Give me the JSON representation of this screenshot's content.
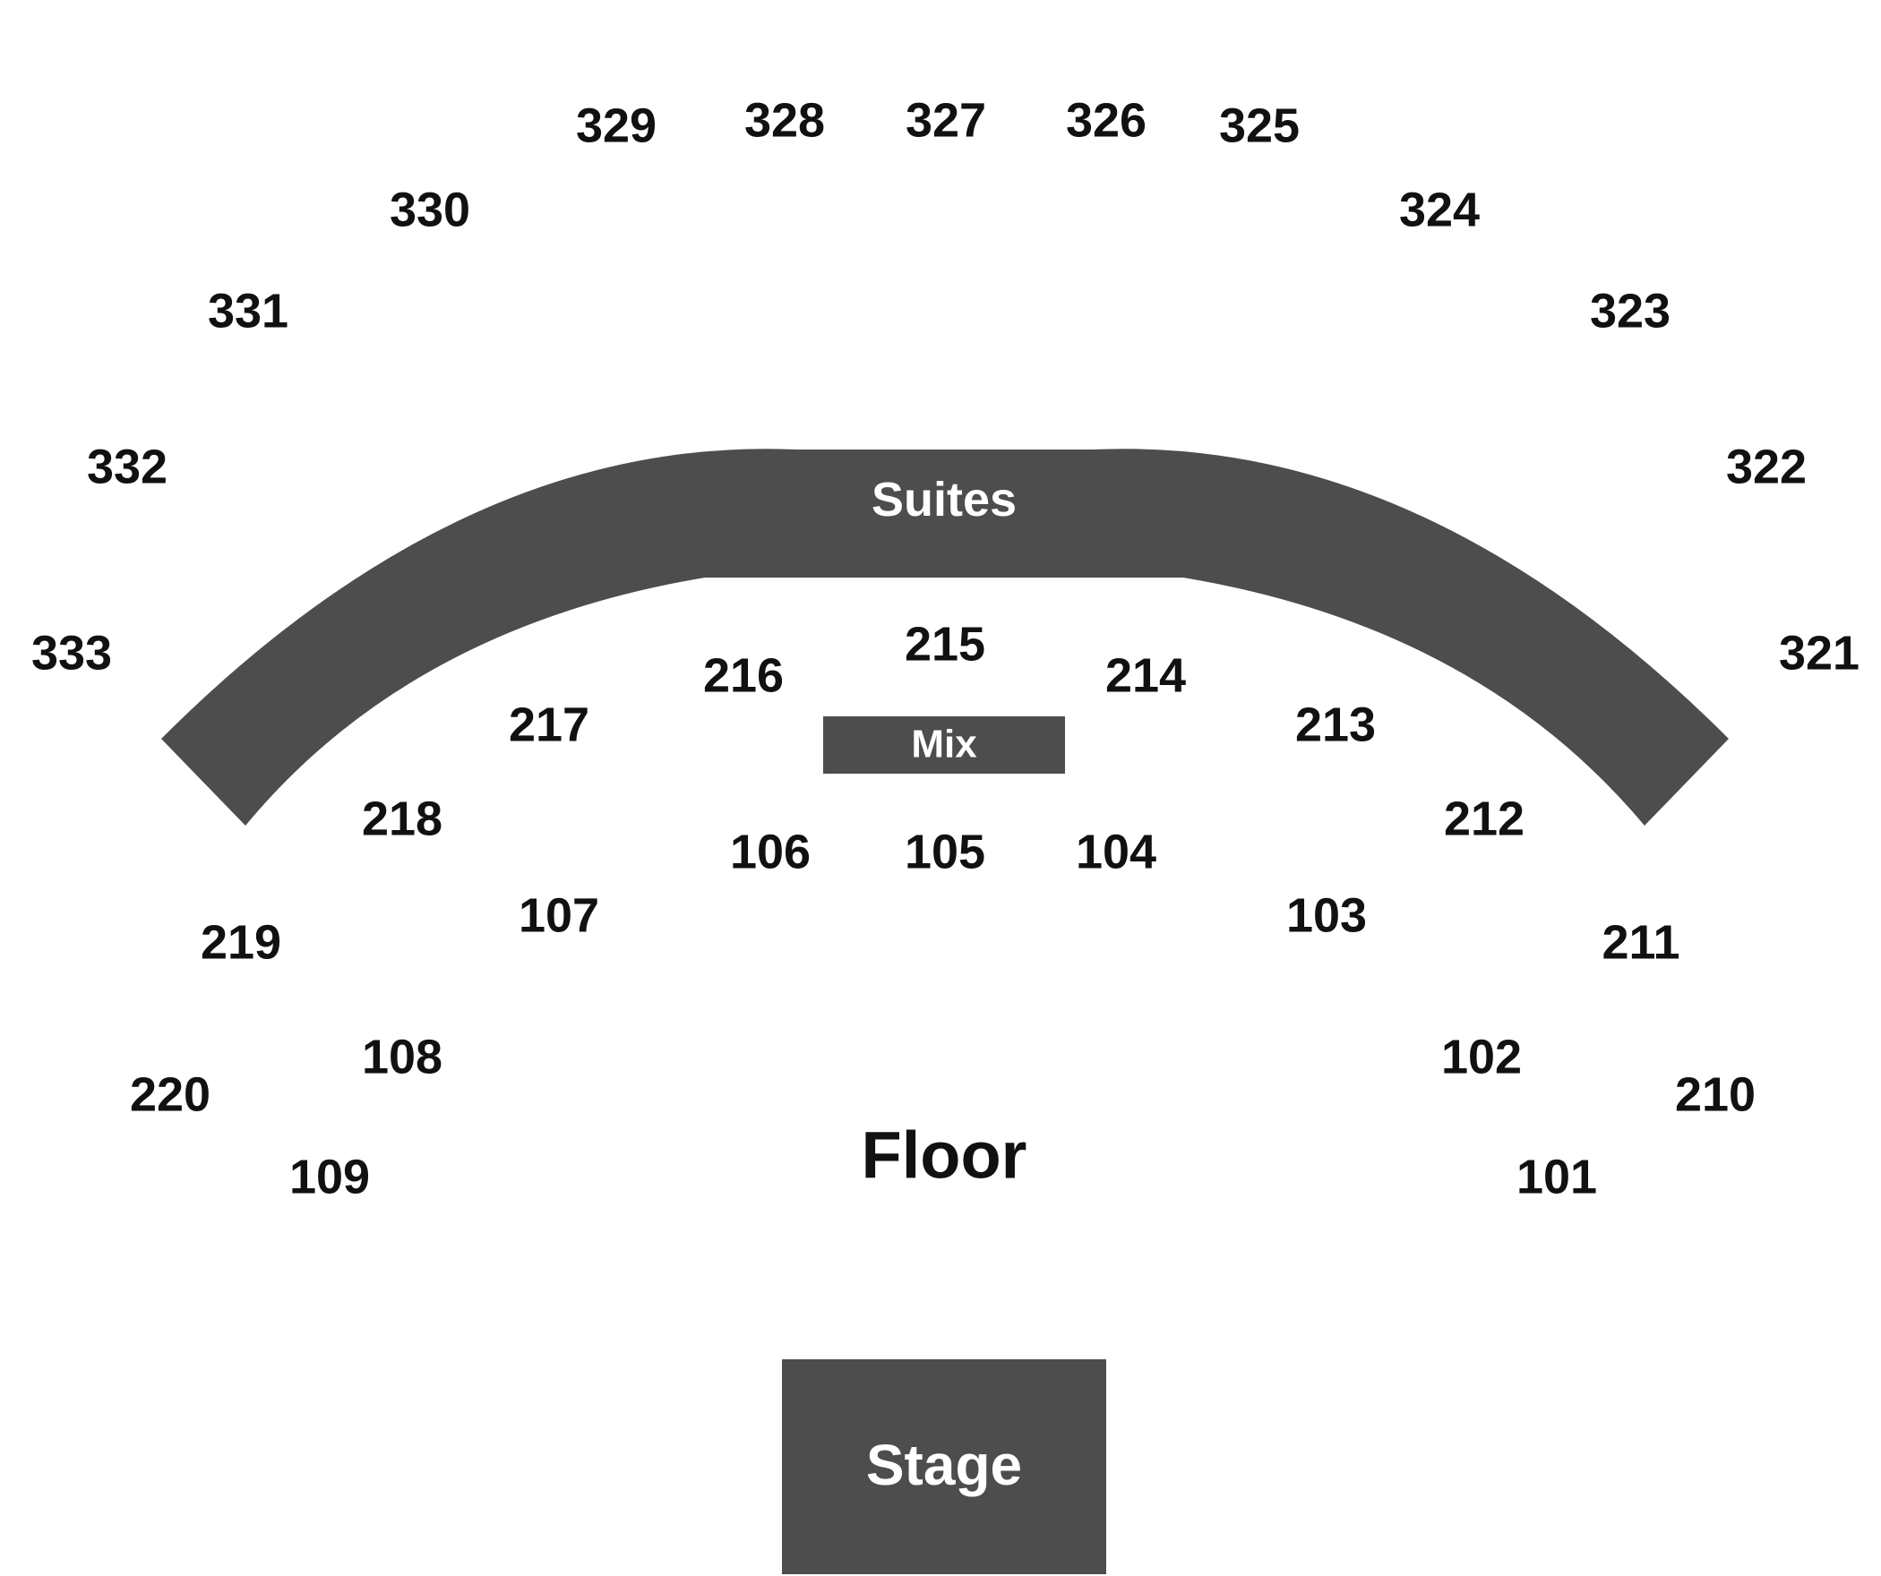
{
  "colors": {
    "venue_fill": "#4d4d4d",
    "label_dark": "#111111",
    "label_light": "#ffffff",
    "background": "#ffffff"
  },
  "areas": {
    "suites": "Suites",
    "mix": "Mix",
    "floor": "Floor",
    "stage": "Stage"
  },
  "sections": {
    "tier300": [
      "333",
      "332",
      "331",
      "330",
      "329",
      "328",
      "327",
      "326",
      "325",
      "324",
      "323",
      "322",
      "321"
    ],
    "tier200": [
      "220",
      "219",
      "218",
      "217",
      "216",
      "215",
      "214",
      "213",
      "212",
      "211",
      "210"
    ],
    "tier100": [
      "109",
      "108",
      "107",
      "106",
      "105",
      "104",
      "103",
      "102",
      "101"
    ]
  }
}
